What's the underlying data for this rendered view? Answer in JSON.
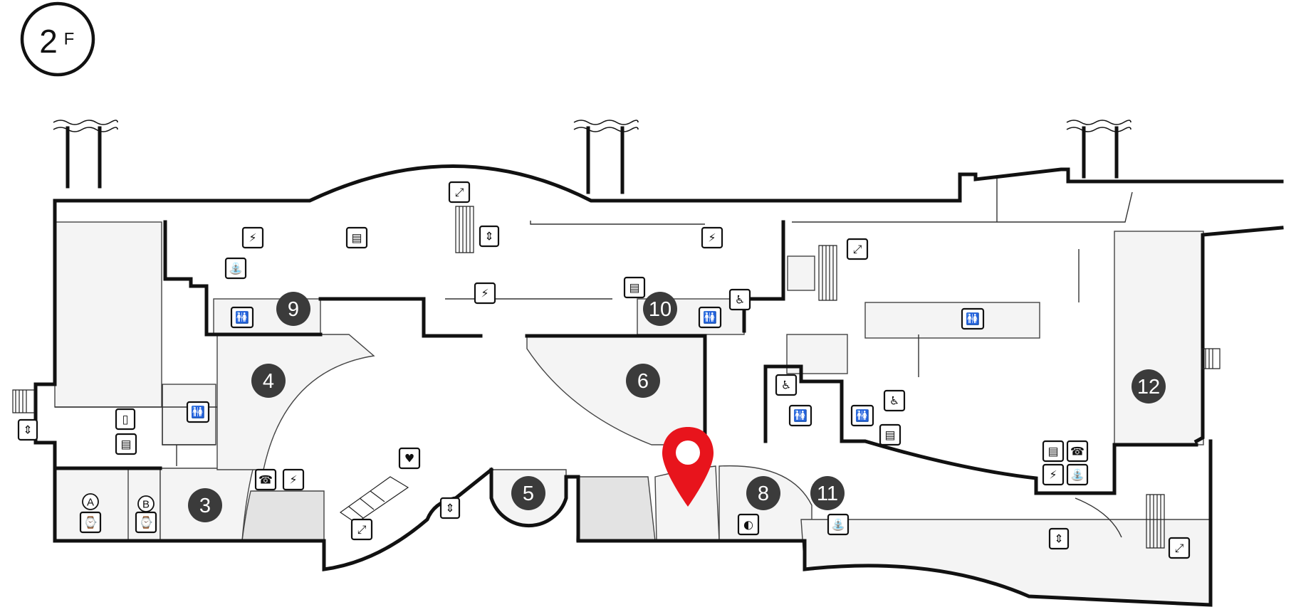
{
  "floor": {
    "number": "2",
    "suffix": "F"
  },
  "areas": [
    {
      "id": "area-3",
      "label": "3"
    },
    {
      "id": "area-4",
      "label": "4"
    },
    {
      "id": "area-5",
      "label": "5"
    },
    {
      "id": "area-6",
      "label": "6"
    },
    {
      "id": "area-8",
      "label": "8"
    },
    {
      "id": "area-9",
      "label": "9"
    },
    {
      "id": "area-10",
      "label": "10"
    },
    {
      "id": "area-11",
      "label": "11"
    },
    {
      "id": "area-12",
      "label": "12"
    }
  ],
  "gates": [
    {
      "id": "gate-a",
      "label": "A"
    },
    {
      "id": "gate-b",
      "label": "B"
    }
  ],
  "marker": {
    "type": "current-location",
    "color": "#e8141c"
  },
  "icons": [
    {
      "type": "escalator-icon"
    },
    {
      "type": "elevator-icon"
    },
    {
      "type": "restroom-icon"
    },
    {
      "type": "accessible-restroom-icon"
    },
    {
      "type": "charging-icon"
    },
    {
      "type": "vending-machine-icon"
    },
    {
      "type": "telephone-icon"
    },
    {
      "type": "water-fountain-icon"
    },
    {
      "type": "aed-icon"
    },
    {
      "type": "smoking-icon"
    },
    {
      "type": "lounge-icon"
    }
  ]
}
